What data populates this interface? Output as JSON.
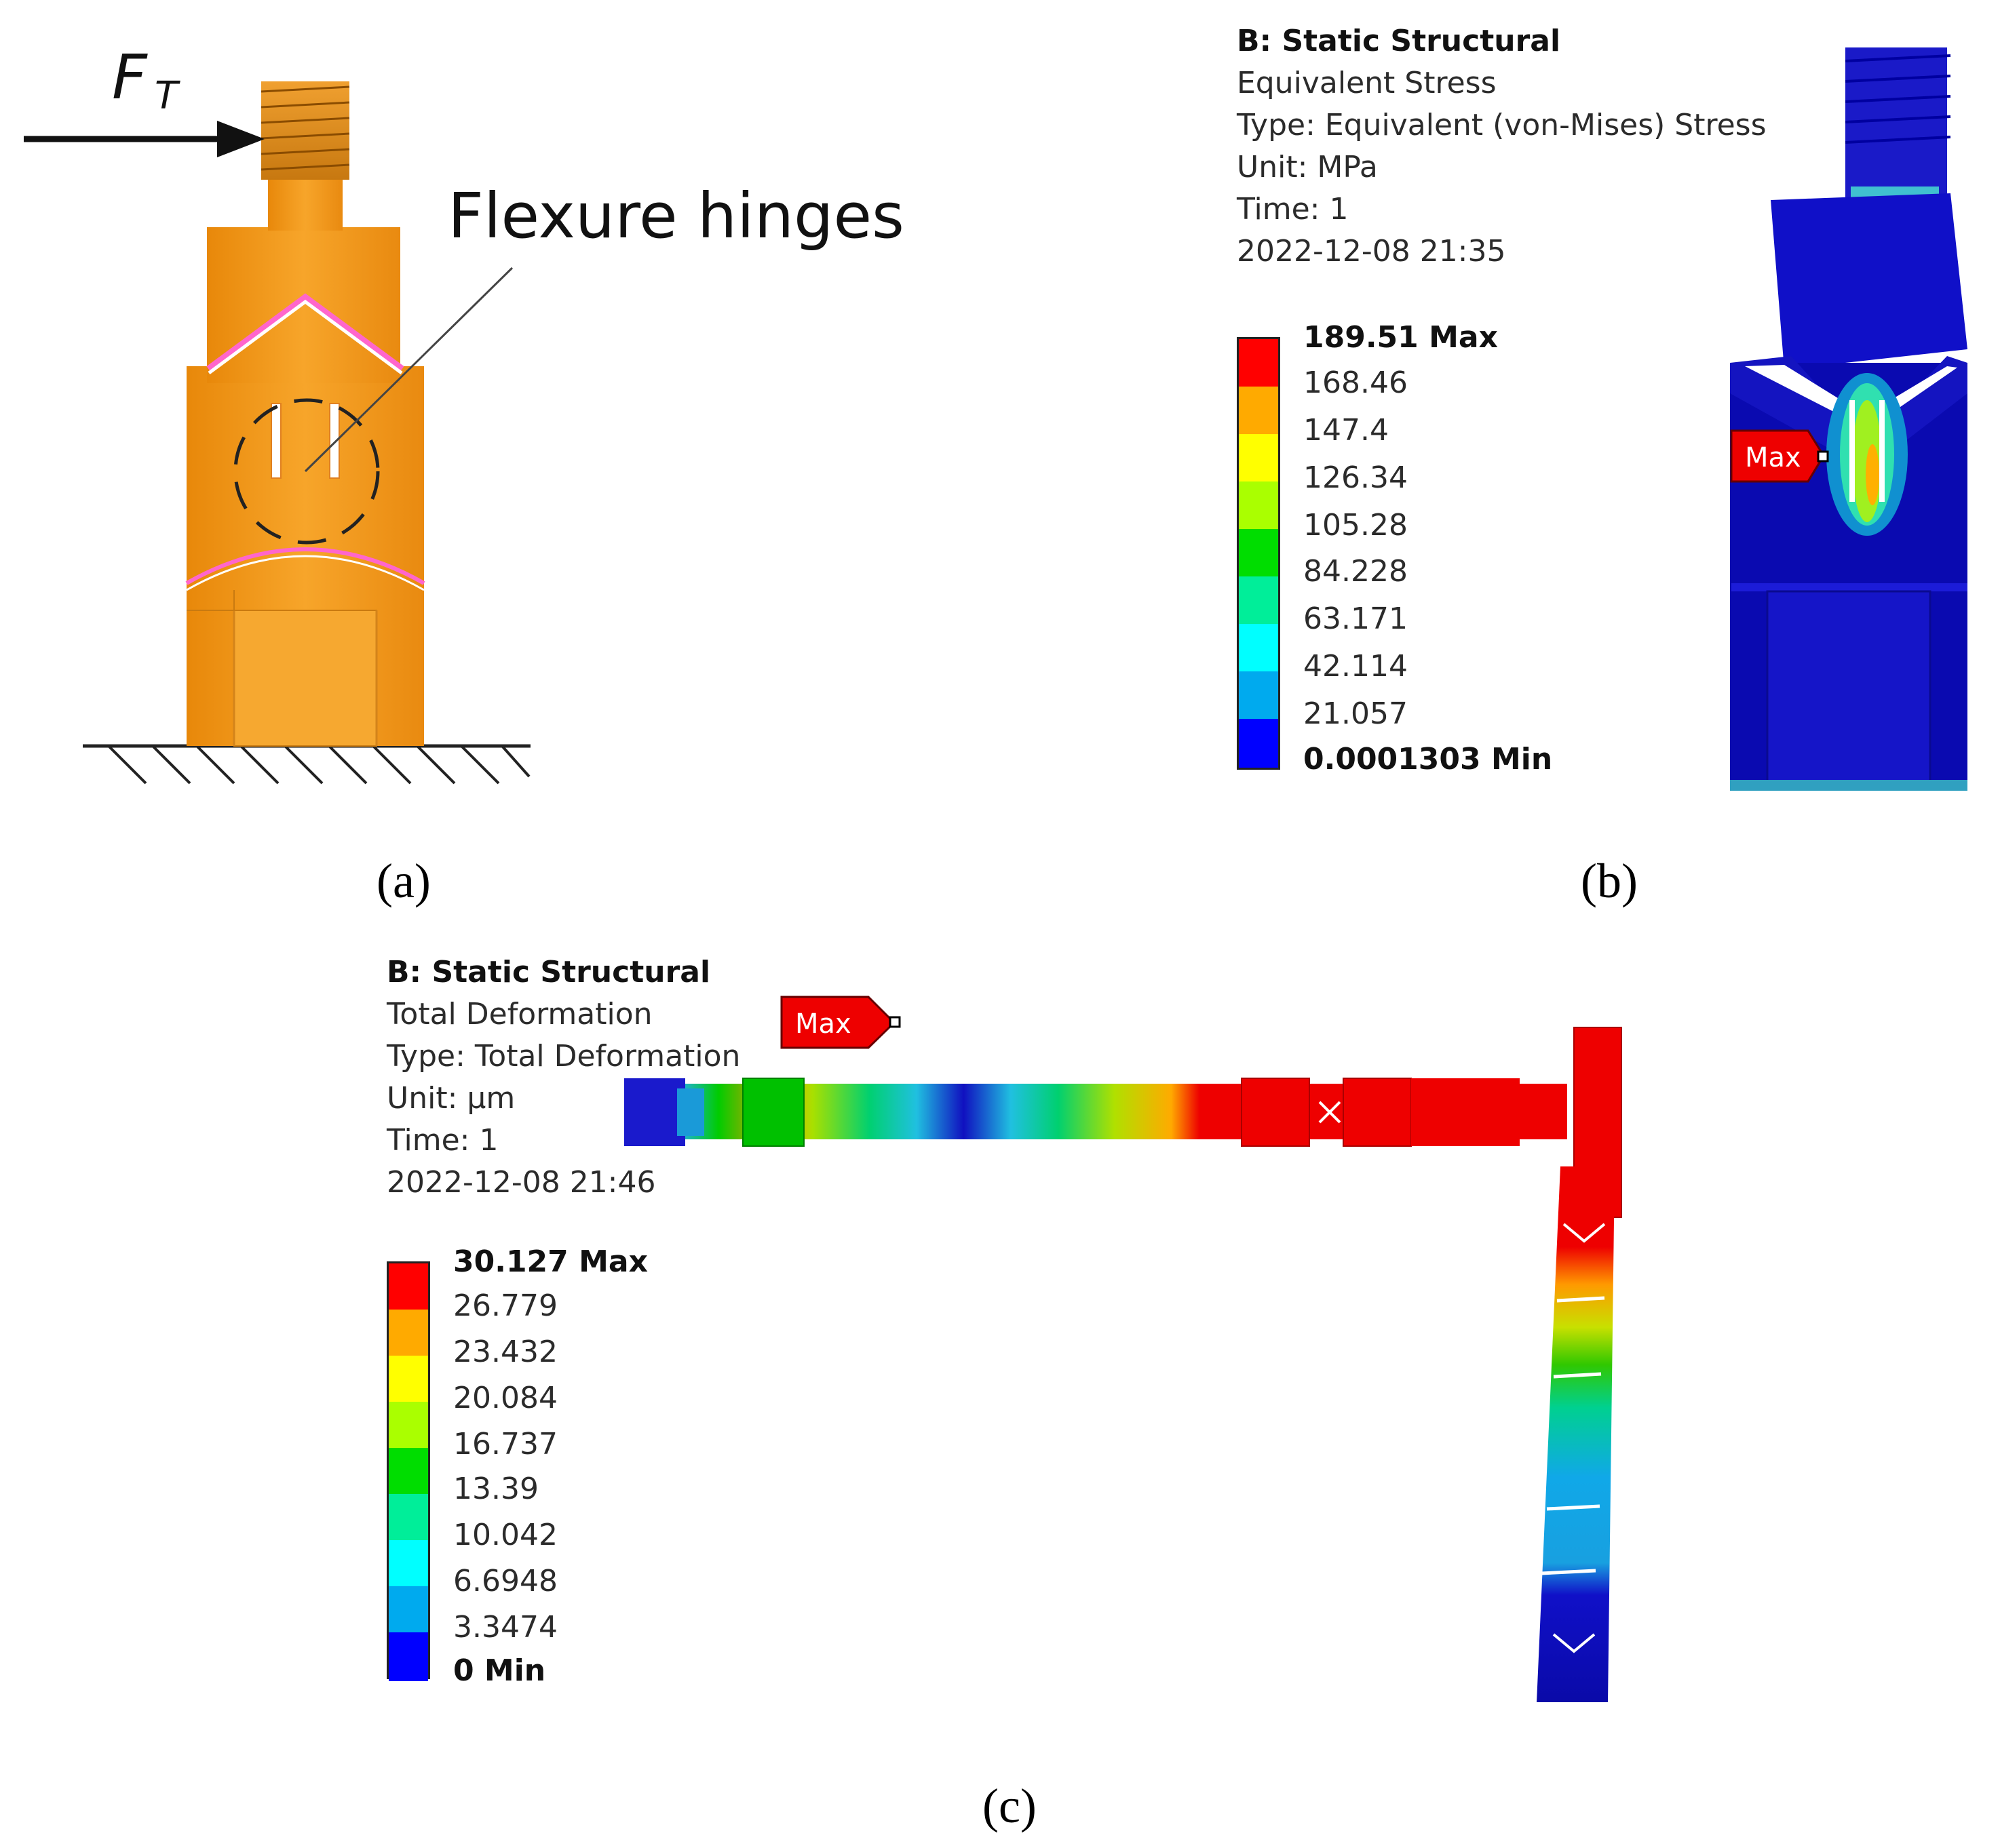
{
  "panel_a": {
    "label": "(a)",
    "force_symbol": "F",
    "force_subscript": "T",
    "annotation": "Flexure hinges"
  },
  "panel_b": {
    "label": "(b)",
    "info": [
      "B: Static Structural",
      "Equivalent Stress",
      "Type: Equivalent (von-Mises) Stress",
      "Unit: MPa",
      "Time: 1",
      "2022-12-08 21:35"
    ],
    "legend": [
      "189.51 Max",
      "168.46",
      "147.4",
      "126.34",
      "105.28",
      "84.228",
      "63.171",
      "42.114",
      "21.057",
      "0.0001303 Min"
    ],
    "max_tag": "Max"
  },
  "panel_c": {
    "label": "(c)",
    "info": [
      "B: Static Structural",
      "Total Deformation",
      "Type: Total Deformation",
      "Unit: µm",
      "Time: 1",
      "2022-12-08 21:46"
    ],
    "legend": [
      "30.127 Max",
      "26.779",
      "23.432",
      "20.084",
      "16.737",
      "13.39",
      "10.042",
      "6.6948",
      "3.3474",
      "0 Min"
    ],
    "max_tag": "Max"
  },
  "colors": {
    "legend_scale": [
      "#ff0000",
      "#ffaa00",
      "#ffff00",
      "#aaff00",
      "#00dd00",
      "#00ee99",
      "#00ffff",
      "#00aaee",
      "#0000ff"
    ],
    "part_orange": "#f5a020",
    "mesh_blue": "#1010c8"
  }
}
